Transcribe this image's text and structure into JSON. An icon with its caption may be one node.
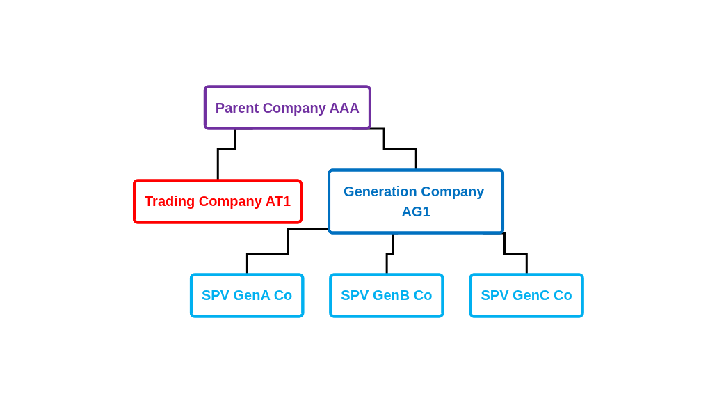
{
  "diagram": {
    "nodes": [
      {
        "text": [
          "Parent Company AAA"
        ]
      },
      {
        "text": [
          "Trading Company AT1"
        ]
      },
      {
        "text": [
          "Generation Company AG1"
        ]
      },
      {
        "text": [
          "SPV GenA Co"
        ]
      },
      {
        "text": [
          "SPV GenB Co"
        ]
      },
      {
        "text": [
          "SPV GenC Co"
        ]
      }
    ],
    "edges": [
      {
        "from": 0,
        "to": 1,
        "arrow": "none"
      },
      {
        "from": 0,
        "to": 2,
        "arrow": "none"
      },
      {
        "from": 2,
        "to": 3,
        "arrow": "none"
      },
      {
        "from": 2,
        "to": 4,
        "arrow": "none"
      },
      {
        "from": 2,
        "to": 5,
        "arrow": "none"
      }
    ]
  }
}
